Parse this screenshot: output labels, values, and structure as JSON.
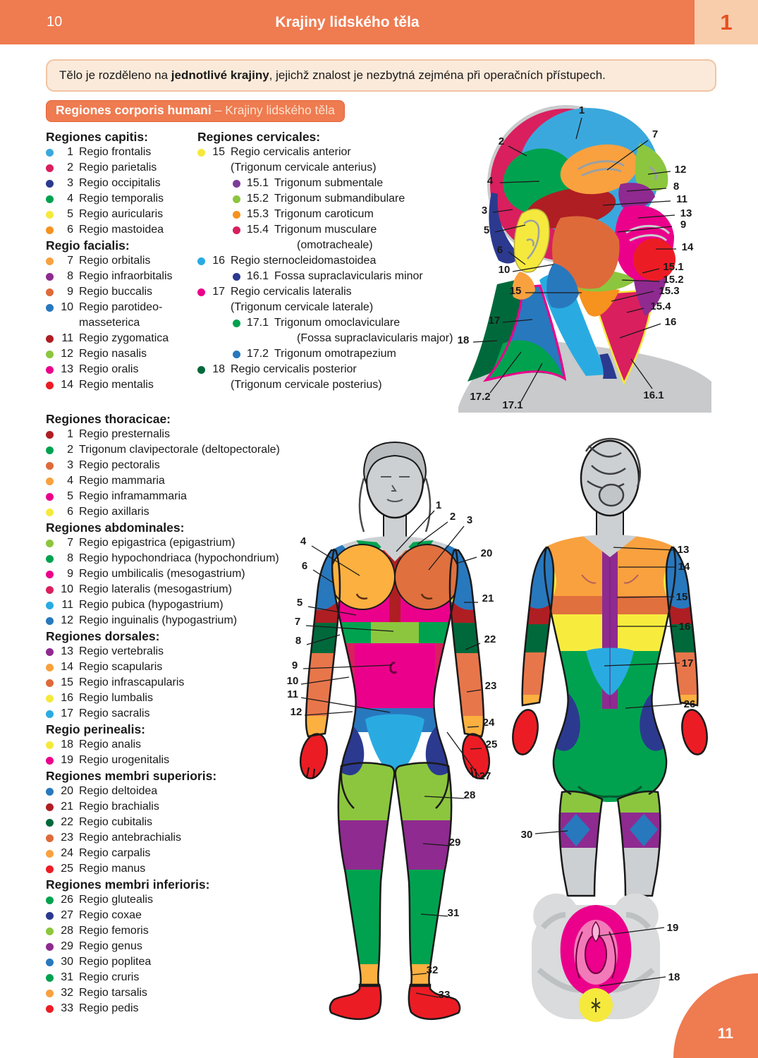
{
  "page": {
    "header": {
      "page_number_left": "10",
      "title": "Krajiny lidského těla",
      "chapter_tab": "1"
    },
    "footer": {
      "page_number_right": "11"
    },
    "intro": {
      "prefix": "Tělo je rozděleno na ",
      "bold": "jednotlivé krajiny",
      "suffix": ", jejichž znalost je nezbytná zejména při operačních přístupech."
    },
    "section_title": {
      "latin": "Regiones corporis humani",
      "czech": " – Krajiny lidského těla"
    }
  },
  "legend": {
    "col1": [
      {
        "t": "h",
        "x": "Regiones capitis:"
      },
      {
        "t": "i",
        "n": "1",
        "x": "Regio frontalis",
        "c": "#3BA8DD"
      },
      {
        "t": "i",
        "n": "2",
        "x": "Regio parietalis",
        "c": "#D91F5E"
      },
      {
        "t": "i",
        "n": "3",
        "x": "Regio occipitalis",
        "c": "#2B3A8F"
      },
      {
        "t": "i",
        "n": "4",
        "x": "Regio temporalis",
        "c": "#00A24F"
      },
      {
        "t": "i",
        "n": "5",
        "x": "Regio auricularis",
        "c": "#F5E93D"
      },
      {
        "t": "i",
        "n": "6",
        "x": "Regio mastoidea",
        "c": "#F6921E"
      },
      {
        "t": "h",
        "x": "Regio facialis:"
      },
      {
        "t": "i",
        "n": "7",
        "x": "Regio orbitalis",
        "c": "#F9A13E"
      },
      {
        "t": "i",
        "n": "8",
        "x": "Regio infraorbitalis",
        "c": "#8F2A90"
      },
      {
        "t": "i",
        "n": "9",
        "x": "Regio buccalis",
        "c": "#DE6A3A"
      },
      {
        "t": "i",
        "n": "10",
        "x": "Regio parotideo-masseterica",
        "c": "#2878BE"
      },
      {
        "t": "i",
        "n": "11",
        "x": "Regio zygomatica",
        "c": "#AF1E23"
      },
      {
        "t": "i",
        "n": "12",
        "x": "Regio nasalis",
        "c": "#8CC63E"
      },
      {
        "t": "i",
        "n": "13",
        "x": "Regio oralis",
        "c": "#EB008B"
      },
      {
        "t": "i",
        "n": "14",
        "x": "Regio mentalis",
        "c": "#EC1C24"
      }
    ],
    "col2": [
      {
        "t": "h",
        "x": "Regiones cervicales:"
      },
      {
        "t": "i",
        "n": "15",
        "x": "Regio cervicalis anterior",
        "c": "#F5E93D"
      },
      {
        "t": "c",
        "x": "(Trigonum cervicale anterius)"
      },
      {
        "t": "s",
        "n": "15.1",
        "x": "Trigonum submentale",
        "c": "#7C3D97"
      },
      {
        "t": "s",
        "n": "15.2",
        "x": "Trigonum submandibulare",
        "c": "#8CC63E"
      },
      {
        "t": "s",
        "n": "15.3",
        "x": "Trigonum caroticum",
        "c": "#F6921E"
      },
      {
        "t": "s",
        "n": "15.4",
        "x": "Trigonum musculare",
        "c": "#D91F5E"
      },
      {
        "t": "sc",
        "x": "(omotracheale)"
      },
      {
        "t": "i",
        "n": "16",
        "x": "Regio sternocleidomastoidea",
        "c": "#29ABE2"
      },
      {
        "t": "s",
        "n": "16.1",
        "x": "Fossa supraclavicularis minor",
        "c": "#2B3A8F"
      },
      {
        "t": "i",
        "n": "17",
        "x": "Regio cervicalis lateralis",
        "c": "#EB008B"
      },
      {
        "t": "c",
        "x": "(Trigonum cervicale laterale)"
      },
      {
        "t": "s",
        "n": "17.1",
        "x": "Trigonum omoclaviculare",
        "c": "#00A24F"
      },
      {
        "t": "sc",
        "x": "(Fossa supraclavicularis major)"
      },
      {
        "t": "s",
        "n": "17.2",
        "x": "Trigonum omotrapezium",
        "c": "#2878BE"
      },
      {
        "t": "i",
        "n": "18",
        "x": "Regio cervicalis posterior",
        "c": "#00693B"
      },
      {
        "t": "c",
        "x": "(Trigonum cervicale posterius)"
      }
    ],
    "col3": [
      {
        "t": "h",
        "x": "Regiones thoracicae:"
      },
      {
        "t": "i",
        "n": "1",
        "x": "Regio presternalis",
        "c": "#AF1E23"
      },
      {
        "t": "i",
        "n": "2",
        "x": "Trigonum clavipectorale (deltopectorale)",
        "c": "#00A24F"
      },
      {
        "t": "i",
        "n": "3",
        "x": "Regio pectoralis",
        "c": "#DE6A3A"
      },
      {
        "t": "i",
        "n": "4",
        "x": "Regio mammaria",
        "c": "#F9A13E"
      },
      {
        "t": "i",
        "n": "5",
        "x": "Regio inframammaria",
        "c": "#EB008B"
      },
      {
        "t": "i",
        "n": "6",
        "x": "Regio axillaris",
        "c": "#F5E93D"
      },
      {
        "t": "h",
        "x": "Regiones abdominales:"
      },
      {
        "t": "i",
        "n": "7",
        "x": "Regio epigastrica (epigastrium)",
        "c": "#8CC63E"
      },
      {
        "t": "i",
        "n": "8",
        "x": "Regio hypochondriaca (hypochondrium)",
        "c": "#00A24F"
      },
      {
        "t": "i",
        "n": "9",
        "x": "Regio umbilicalis (mesogastrium)",
        "c": "#EB008B"
      },
      {
        "t": "i",
        "n": "10",
        "x": "Regio lateralis (mesogastrium)",
        "c": "#D91F5E"
      },
      {
        "t": "i",
        "n": "11",
        "x": "Regio pubica (hypogastrium)",
        "c": "#29ABE2"
      },
      {
        "t": "i",
        "n": "12",
        "x": "Regio inguinalis (hypogastrium)",
        "c": "#2878BE"
      },
      {
        "t": "h",
        "x": "Regiones dorsales:"
      },
      {
        "t": "i",
        "n": "13",
        "x": "Regio vertebralis",
        "c": "#8F2A90"
      },
      {
        "t": "i",
        "n": "14",
        "x": "Regio scapularis",
        "c": "#F9A13E"
      },
      {
        "t": "i",
        "n": "15",
        "x": "Regio infrascapularis",
        "c": "#DE6A3A"
      },
      {
        "t": "i",
        "n": "16",
        "x": "Regio lumbalis",
        "c": "#F5E93D"
      },
      {
        "t": "i",
        "n": "17",
        "x": "Regio sacralis",
        "c": "#29ABE2"
      },
      {
        "t": "h",
        "x": "Regio perinealis:"
      },
      {
        "t": "i",
        "n": "18",
        "x": "Regio analis",
        "c": "#F5E93D"
      },
      {
        "t": "i",
        "n": "19",
        "x": "Regio urogenitalis",
        "c": "#EB008B"
      },
      {
        "t": "h",
        "x": "Regiones membri superioris:"
      },
      {
        "t": "i",
        "n": "20",
        "x": "Regio deltoidea",
        "c": "#2878BE"
      },
      {
        "t": "i",
        "n": "21",
        "x": "Regio brachialis",
        "c": "#AF1E23"
      },
      {
        "t": "i",
        "n": "22",
        "x": "Regio cubitalis",
        "c": "#00693B"
      },
      {
        "t": "i",
        "n": "23",
        "x": "Regio antebrachialis",
        "c": "#DE6A3A"
      },
      {
        "t": "i",
        "n": "24",
        "x": "Regio carpalis",
        "c": "#F9A13E"
      },
      {
        "t": "i",
        "n": "25",
        "x": "Regio manus",
        "c": "#EC1C24"
      },
      {
        "t": "h",
        "x": "Regiones membri inferioris:"
      },
      {
        "t": "i",
        "n": "26",
        "x": "Regio glutealis",
        "c": "#00A24F"
      },
      {
        "t": "i",
        "n": "27",
        "x": "Regio coxae",
        "c": "#2B3A8F"
      },
      {
        "t": "i",
        "n": "28",
        "x": "Regio femoris",
        "c": "#8CC63E"
      },
      {
        "t": "i",
        "n": "29",
        "x": "Regio genus",
        "c": "#8F2A90"
      },
      {
        "t": "i",
        "n": "30",
        "x": "Regio poplitea",
        "c": "#2878BE"
      },
      {
        "t": "i",
        "n": "31",
        "x": "Regio cruris",
        "c": "#00A24F"
      },
      {
        "t": "i",
        "n": "32",
        "x": "Regio tarsalis",
        "c": "#F9A13E"
      },
      {
        "t": "i",
        "n": "33",
        "x": "Regio pedis",
        "c": "#EC1C24"
      }
    ]
  },
  "figures": {
    "head": {
      "labels": [
        "1",
        "2",
        "7",
        "12",
        "4",
        "8",
        "11",
        "3",
        "13",
        "9",
        "5",
        "14",
        "6",
        "15.1",
        "10",
        "15.2",
        "15",
        "15.3",
        "15.4",
        "17",
        "16",
        "18",
        "17.2",
        "17.1",
        "16.1"
      ]
    },
    "front": {
      "labels": [
        "1",
        "2",
        "3",
        "4",
        "20",
        "6",
        "21",
        "5",
        "7",
        "8",
        "22",
        "9",
        "10",
        "11",
        "23",
        "12",
        "24",
        "25",
        "27",
        "28",
        "29",
        "31",
        "32",
        "33"
      ]
    },
    "back": {
      "labels": [
        "13",
        "14",
        "15",
        "16",
        "17",
        "26",
        "30"
      ]
    },
    "perineum": {
      "labels": [
        "19",
        "18"
      ]
    }
  },
  "colors": {
    "accent_orange": "#EF7B50",
    "tab_peach": "#F7CDAC",
    "tab_number": "#E5511F"
  }
}
